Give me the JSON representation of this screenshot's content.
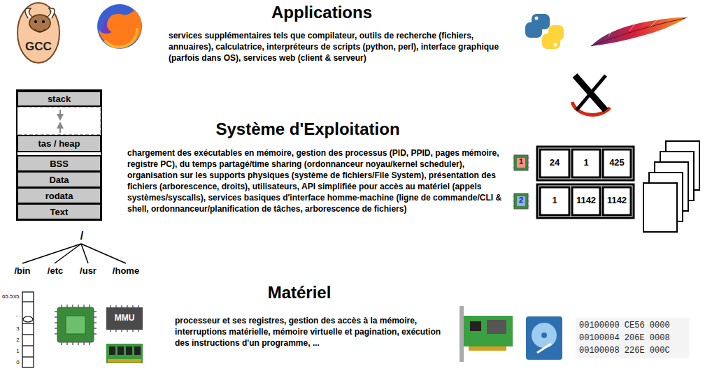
{
  "diagram": {
    "nodes": [
      {
        "text": [
          "stack"
        ]
      },
      {
        "text": [
          "tas / heap"
        ]
      },
      {
        "text": [
          "BSS"
        ]
      },
      {
        "text": [
          "Data"
        ]
      },
      {
        "text": [
          "rodata"
        ]
      },
      {
        "text": [
          "Text"
        ]
      }
    ],
    "labels": [
      "GCC",
      "Applications",
      "services supplémentaires tels que compilateur, outils de recherche (fichiers, annuaires), calculatrice, interpréteurs de scripts (python, perl), interface graphique (parfois dans OS), services web (client & serveur)",
      "Système d'Exploitation",
      "chargement des exécutables en mémoire, gestion des processus (PID, PPID, pages mémoire, registre PC), du temps partagé/time sharing (ordonnanceur noyau/kernel scheduler), organisation sur les supports physiques (système de fichiers/File System), présentation des fichiers (arborescence, droits), utilisateurs, API simplifiée pour accès au matériel (appels systèmes/syscalls), services basiques d'interface homme-machine (ligne de commande/CLI & shell, ordonnanceur/planification de tâches, arborescence de fichiers)",
      "/",
      "/bin",
      "/etc",
      "/usr",
      "/home",
      "1",
      "24",
      "1",
      "425",
      "2",
      "1",
      "1142",
      "1142",
      "Matériel",
      "processeur et ses registres, gestion des accès à la mémoire, interruptions matérielle, mémoire virtuelle et pagination, exécution des instructions d'un programme, ...",
      "65.535",
      "...",
      "3",
      "2",
      "1",
      "0",
      "MMU",
      "00100000 CE56 0000",
      "00100004 206E 0008",
      "00100008 226E 000C"
    ]
  }
}
